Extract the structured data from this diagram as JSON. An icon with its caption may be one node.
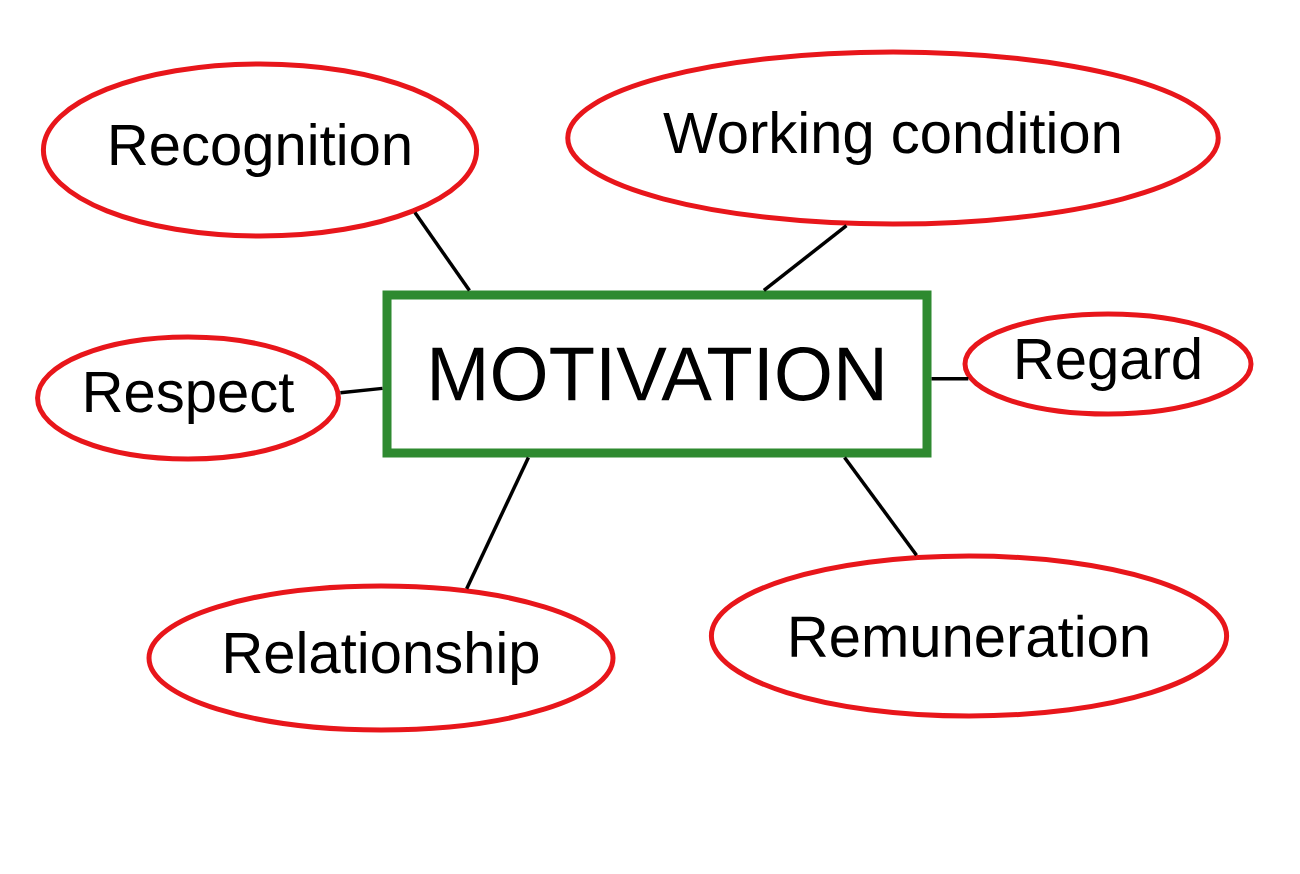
{
  "diagram": {
    "nodes": [
      {
        "text": [
          "Recognition"
        ]
      },
      {
        "text": [
          "Working condition"
        ]
      },
      {
        "text": [
          "Respect"
        ]
      },
      {
        "text": [
          "MOTIVATION"
        ]
      },
      {
        "text": [
          "Regard"
        ]
      },
      {
        "text": [
          "Relationship"
        ]
      },
      {
        "text": [
          "Remuneration"
        ]
      }
    ],
    "edges": [
      {
        "from": 3,
        "to": 0,
        "arrow": "none"
      },
      {
        "from": 3,
        "to": 1,
        "arrow": "none"
      },
      {
        "from": 3,
        "to": 2,
        "arrow": "none"
      },
      {
        "from": 3,
        "to": 4,
        "arrow": "none"
      },
      {
        "from": 3,
        "to": 5,
        "arrow": "none"
      },
      {
        "from": 3,
        "to": 6,
        "arrow": "none"
      }
    ]
  }
}
